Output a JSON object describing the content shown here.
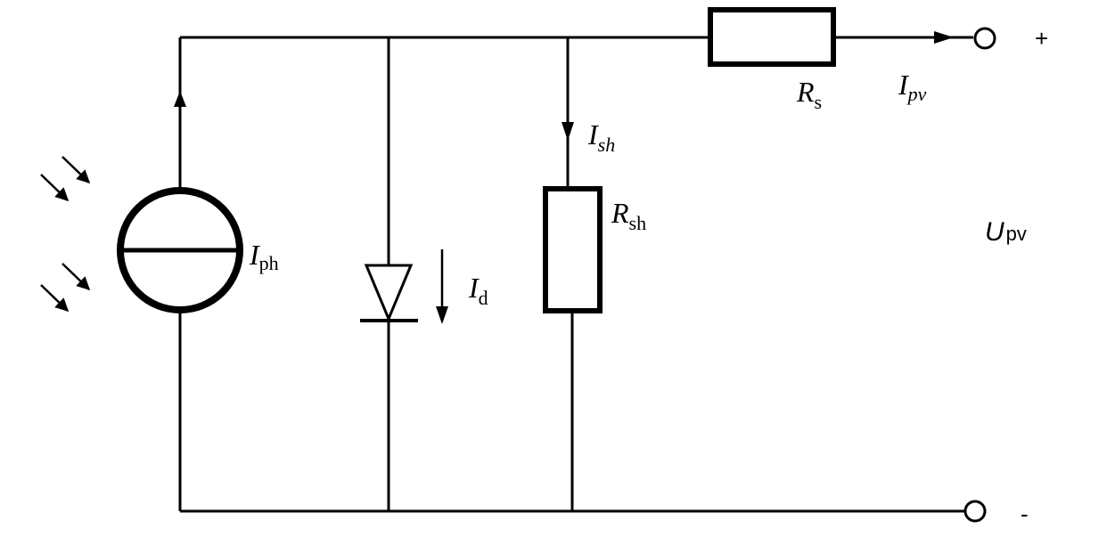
{
  "labels": {
    "iph": {
      "main": "I",
      "sub": "ph"
    },
    "id": {
      "main": "I",
      "sub": "d"
    },
    "ish": {
      "main": "I",
      "sub": "sh"
    },
    "rsh": {
      "main": "R",
      "sub": "sh"
    },
    "rs": {
      "main": "R",
      "sub": "s"
    },
    "ipv": {
      "main": "I",
      "sub": "pv"
    },
    "upv": {
      "main": "U",
      "sub": "pv"
    },
    "plus": "+",
    "minus": "-"
  }
}
